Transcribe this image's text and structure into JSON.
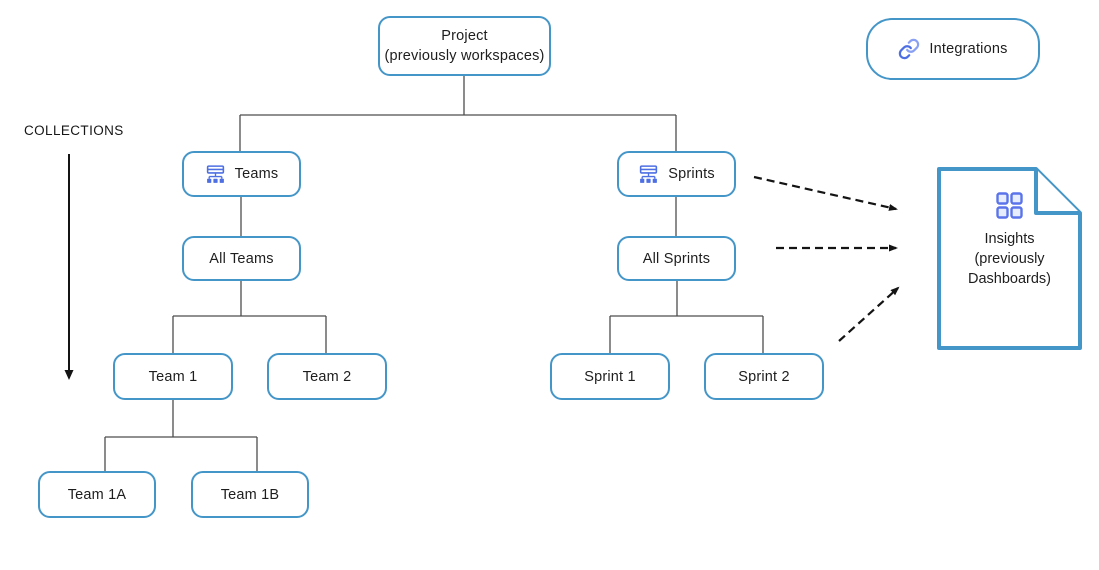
{
  "diagram": {
    "collections_label": "COLLECTIONS",
    "project": {
      "title": "Project",
      "subtitle": "(previously workspaces)"
    },
    "integrations": {
      "label": "Integrations"
    },
    "teams": {
      "label": "Teams"
    },
    "sprints": {
      "label": "Sprints"
    },
    "all_teams": {
      "label": "All Teams"
    },
    "all_sprints": {
      "label": "All Sprints"
    },
    "team_1": {
      "label": "Team 1"
    },
    "team_2": {
      "label": "Team 2"
    },
    "team_1a": {
      "label": "Team 1A"
    },
    "team_1b": {
      "label": "Team 1B"
    },
    "sprint_1": {
      "label": "Sprint 1"
    },
    "sprint_2": {
      "label": "Sprint 2"
    },
    "insights": {
      "title": "Insights",
      "subtitle_line1": "(previously",
      "subtitle_line2": "Dashboards)"
    }
  },
  "colors": {
    "node_border": "#4596c8",
    "icon_blue": "#4d6fe3",
    "icon_blue_light": "#8aa0f2",
    "connector_gray": "#4d4d4d",
    "arrow_black": "#141414",
    "text": "#1e1e1e"
  }
}
